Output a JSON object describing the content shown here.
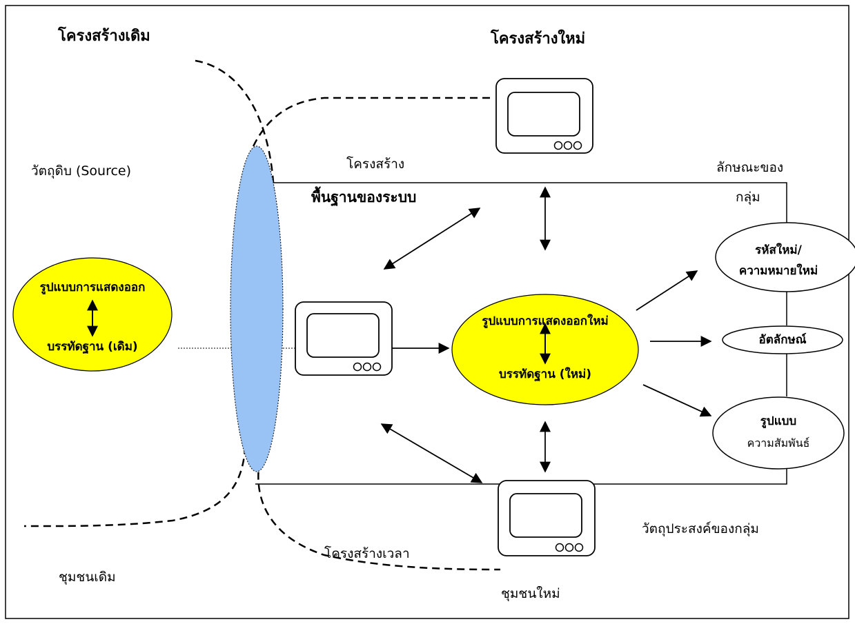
{
  "titles": {
    "old_structure": "โครงสร้างเดิม",
    "new_structure": "โครงสร้างใหม่"
  },
  "labels": {
    "source": "วัตถุดิบ (Source)",
    "structure_word": "โครงสร้าง",
    "system_basis": "พื้นฐานของระบบ",
    "group_char_1": "ลักษณะของ",
    "group_char_2": "กลุ่ม",
    "group_objective": "วัตถุประสงค์ของกลุ่ม",
    "time_structure": "โครงสร้างเวลา",
    "old_community": "ชุมชนเดิม",
    "new_community": "ชุมชนใหม่"
  },
  "old_ellipse": {
    "top": "รูปแบบการแสดงออก",
    "bottom": "บรรทัดฐาน (เดิม)"
  },
  "new_ellipse": {
    "top": "รูปแบบการแสดงออกใหม่",
    "bottom": "บรรทัดฐาน (ใหม่)"
  },
  "outcomes": {
    "code_1": "รหัสใหม่/",
    "code_2": "ความหมายใหม่",
    "identity": "อัตลักษณ์",
    "pattern_1": "รูปแบบ",
    "pattern_2": "ความสัมพันธ์"
  },
  "colors": {
    "yellow": "#ffff00",
    "lens_blue": "#99c2f5",
    "line": "#000000"
  }
}
